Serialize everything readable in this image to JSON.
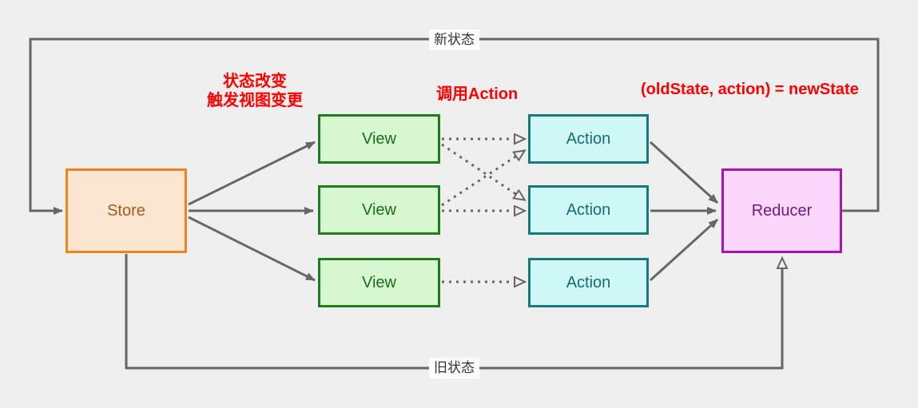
{
  "nodes": {
    "store": {
      "label": "Store"
    },
    "views": [
      {
        "label": "View"
      },
      {
        "label": "View"
      },
      {
        "label": "View"
      }
    ],
    "actions": [
      {
        "label": "Action"
      },
      {
        "label": "Action"
      },
      {
        "label": "Action"
      }
    ],
    "reducer": {
      "label": "Reducer"
    }
  },
  "edge_labels": {
    "new_state": "新状态",
    "old_state": "旧状态"
  },
  "annotations": {
    "state_change_line1": "状态改变",
    "state_change_line2": "触发视图变更",
    "call_action": "调用Action",
    "reduce_formula": "(oldState, action) = newState"
  },
  "colors": {
    "background": "#EFEFEF",
    "line": "#666666",
    "annotation_red": "#FF0000",
    "store_border": "#F08219",
    "store_fill": "#FCE6D1",
    "store_text": "#A35C1D",
    "view_border": "#1E7B1E",
    "view_fill": "#D6F7D0",
    "view_text": "#1B6E1B",
    "action_border": "#16797C",
    "action_fill": "#D0F8F7",
    "action_text": "#136E70",
    "reducer_border": "#AB14B4",
    "reducer_fill": "#FBD7FD",
    "reducer_text": "#6B1B7E",
    "label_bg": "#FFFFFF",
    "label_text": "#333333"
  }
}
